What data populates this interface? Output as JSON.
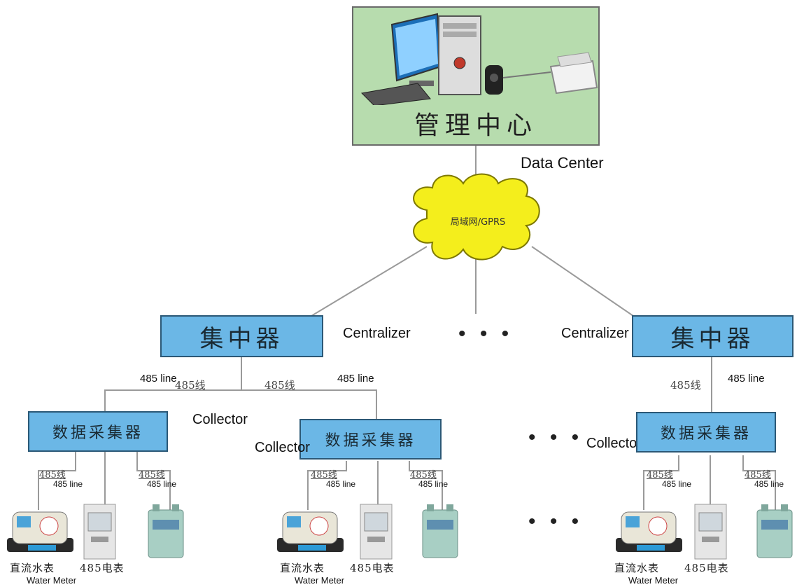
{
  "data_center": {
    "cn": "管理中心",
    "en": "Data Center"
  },
  "network": {
    "label": "局域网/GPRS"
  },
  "centralizer": {
    "cn": "集中器",
    "en": "Centralizer"
  },
  "collector": {
    "cn": "数据采集器",
    "en": "Collector"
  },
  "wire": {
    "cn": "485线",
    "en": "485 line"
  },
  "devices": {
    "water_cn": "直流水表",
    "electric_cn": "485电表",
    "water_en": "Water Meter"
  },
  "ellipsis": "• • •",
  "colors": {
    "monitor_bg": "#b7dcae",
    "node_fill": "#6bb7e6",
    "cloud_fill": "#f4ee1c",
    "line": "#9a9a9a"
  }
}
